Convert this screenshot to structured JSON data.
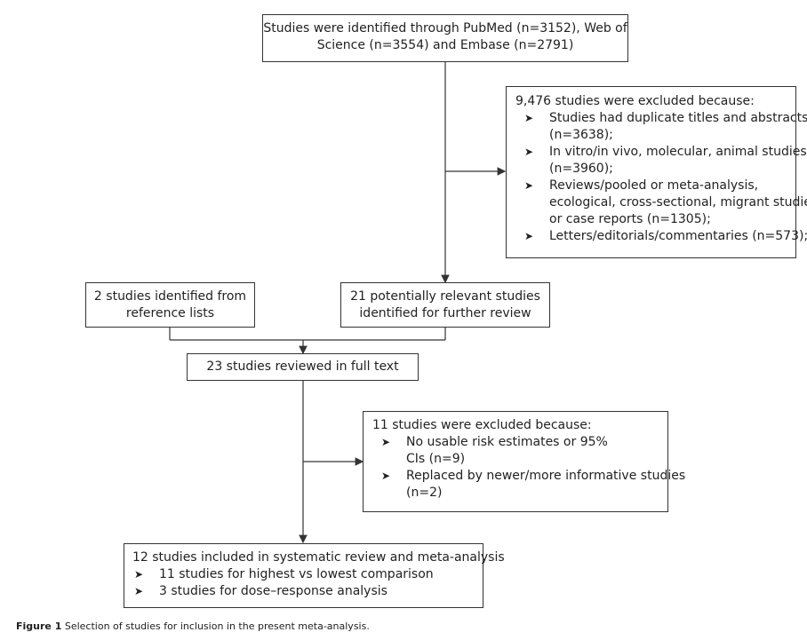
{
  "boxes": {
    "identified": {
      "lines": [
        "Studies were identified through PubMed (n=3152), Web of",
        "Science (n=3554) and Embase (n=2791)"
      ]
    },
    "excluded1": {
      "header": "9,476 studies were excluded because:",
      "bullets": [
        [
          "Studies had duplicate titles and abstracts",
          "(n=3638);"
        ],
        [
          "In vitro/in vivo, molecular, animal studies",
          "(n=3960);"
        ],
        [
          "Reviews/pooled or meta-analysis,",
          "ecological, cross-sectional, migrant studies",
          "or case reports (n=1305);"
        ],
        [
          "Letters/editorials/commentaries (n=573);"
        ]
      ]
    },
    "reference": {
      "lines": [
        "2 studies identified from",
        "reference lists"
      ]
    },
    "relevant": {
      "lines": [
        "21 potentially relevant studies",
        "identified for further review"
      ]
    },
    "fulltext": {
      "lines": [
        "23 studies reviewed in full text"
      ]
    },
    "excluded2": {
      "header": "11 studies were excluded because:",
      "bullets": [
        [
          "No usable risk estimates or 95%",
          "CIs (n=9)"
        ],
        [
          "Replaced by newer/more informative studies",
          "(n=2)"
        ]
      ]
    },
    "included": {
      "header": "12 studies included in systematic review and meta-analysis",
      "bullets": [
        [
          "11 studies for highest vs lowest comparison"
        ],
        [
          "3 studies for dose–response analysis"
        ]
      ]
    }
  },
  "bullet_symbol": "➤",
  "caption": {
    "label": "Figure 1",
    "text": "Selection of studies for inclusion in the present meta-analysis."
  }
}
